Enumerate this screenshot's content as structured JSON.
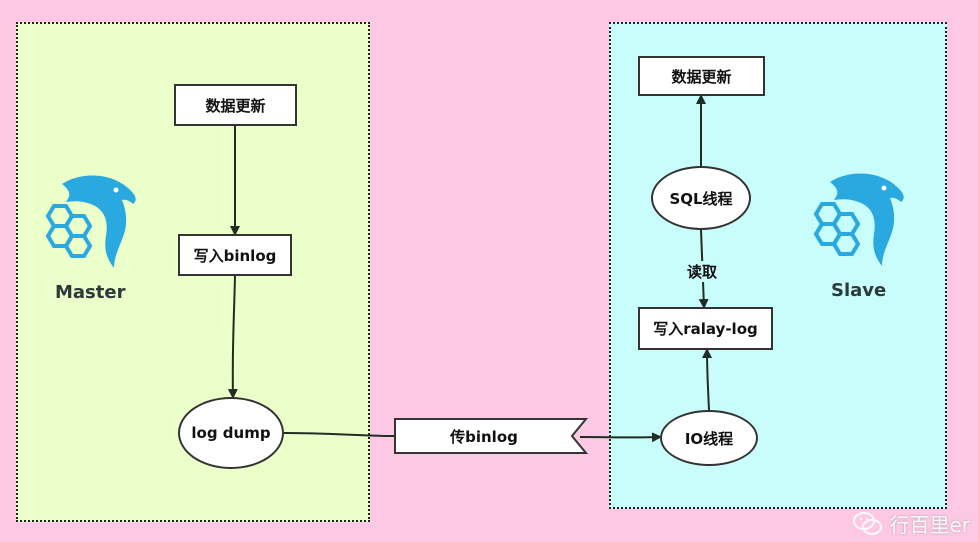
{
  "master": {
    "title": "Master",
    "nodes": {
      "data_update": "数据更新",
      "write_binlog": "写入binlog",
      "log_dump": "log dump"
    }
  },
  "transfer": {
    "label": "传binlog"
  },
  "slave": {
    "title": "Slave",
    "nodes": {
      "data_update": "数据更新",
      "sql_thread": "SQL线程",
      "read_label": "读取",
      "write_relay_log": "写入ralay-log",
      "io_thread": "IO线程"
    }
  },
  "watermark": {
    "text": "行百里er",
    "icon": "wechat-icon"
  },
  "colors": {
    "background": "#fdc8e3",
    "master_panel": "#eaffc9",
    "slave_panel": "#c9fdfb",
    "dolphin": "#29a9e0"
  }
}
